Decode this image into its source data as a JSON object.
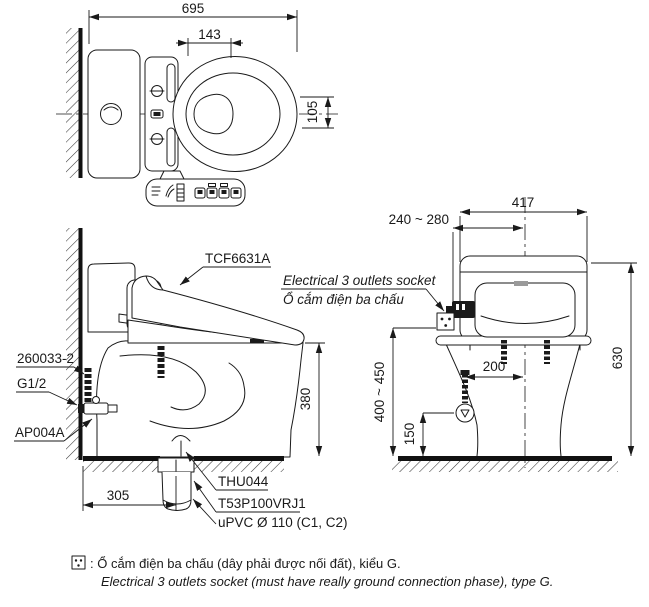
{
  "colors": {
    "line": "#1a1a1a",
    "background": "#ffffff"
  },
  "top_view": {
    "dims": {
      "overall_depth": "695",
      "lid_inner_width": "143",
      "bowl_offset": "105"
    }
  },
  "side_view": {
    "dims": {
      "drain_set_out": "305",
      "rim_height": "380"
    },
    "labels": {
      "washlet_model": "TCF6631A",
      "supply_hose": "260033-2",
      "thread_size": "G1/2",
      "angle_valve": "AP004A",
      "flange": "THU044",
      "drain_joint": "T53P100VRJ1",
      "drain_pipe": "uPVC Ø 110 (C1, C2)"
    }
  },
  "front_view": {
    "dims": {
      "tank_width": "417",
      "socket_offset": "240 ~ 280",
      "overall_height": "630",
      "valve_offset": "200",
      "socket_height": "400 ~ 450",
      "valve_height": "150"
    },
    "socket_callout": {
      "en": "Electrical 3 outlets socket",
      "vi": "Ổ cắm điện ba chấu"
    }
  },
  "footnote": {
    "vi": ": Ổ cắm điện ba chấu (dây phải được nối đất), kiểu G.",
    "en": "Electrical 3 outlets socket (must have really ground connection phase), type G."
  }
}
